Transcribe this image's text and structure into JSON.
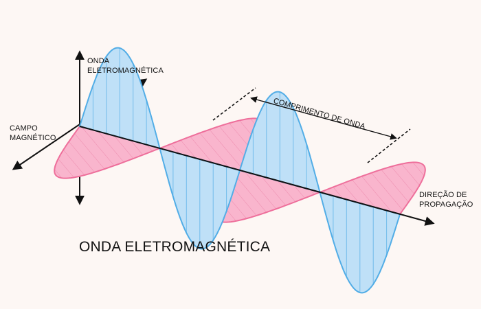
{
  "title": "ONDA ELETROMAGNÉTICA",
  "labels": {
    "electric_field_line1": "ONDA",
    "electric_field_line2": "ELETROMAGNÉTICA",
    "magnetic_field_line1": "CAMPO",
    "magnetic_field_line2": "MAGNÉTICO",
    "propagation_line1": "DIREÇÃO DE",
    "propagation_line2": "PROPAGAÇÃO",
    "wavelength": "COMPRIMENTO DE ONDA"
  },
  "colors": {
    "electric_fill": "#bfe0f7",
    "electric_stroke": "#52ade6",
    "magnetic_fill": "#f9b5cd",
    "magnetic_stroke": "#ee6f9b",
    "axis": "#111111",
    "background": "#fdf7f4"
  },
  "wave": {
    "cycles": 2
  }
}
